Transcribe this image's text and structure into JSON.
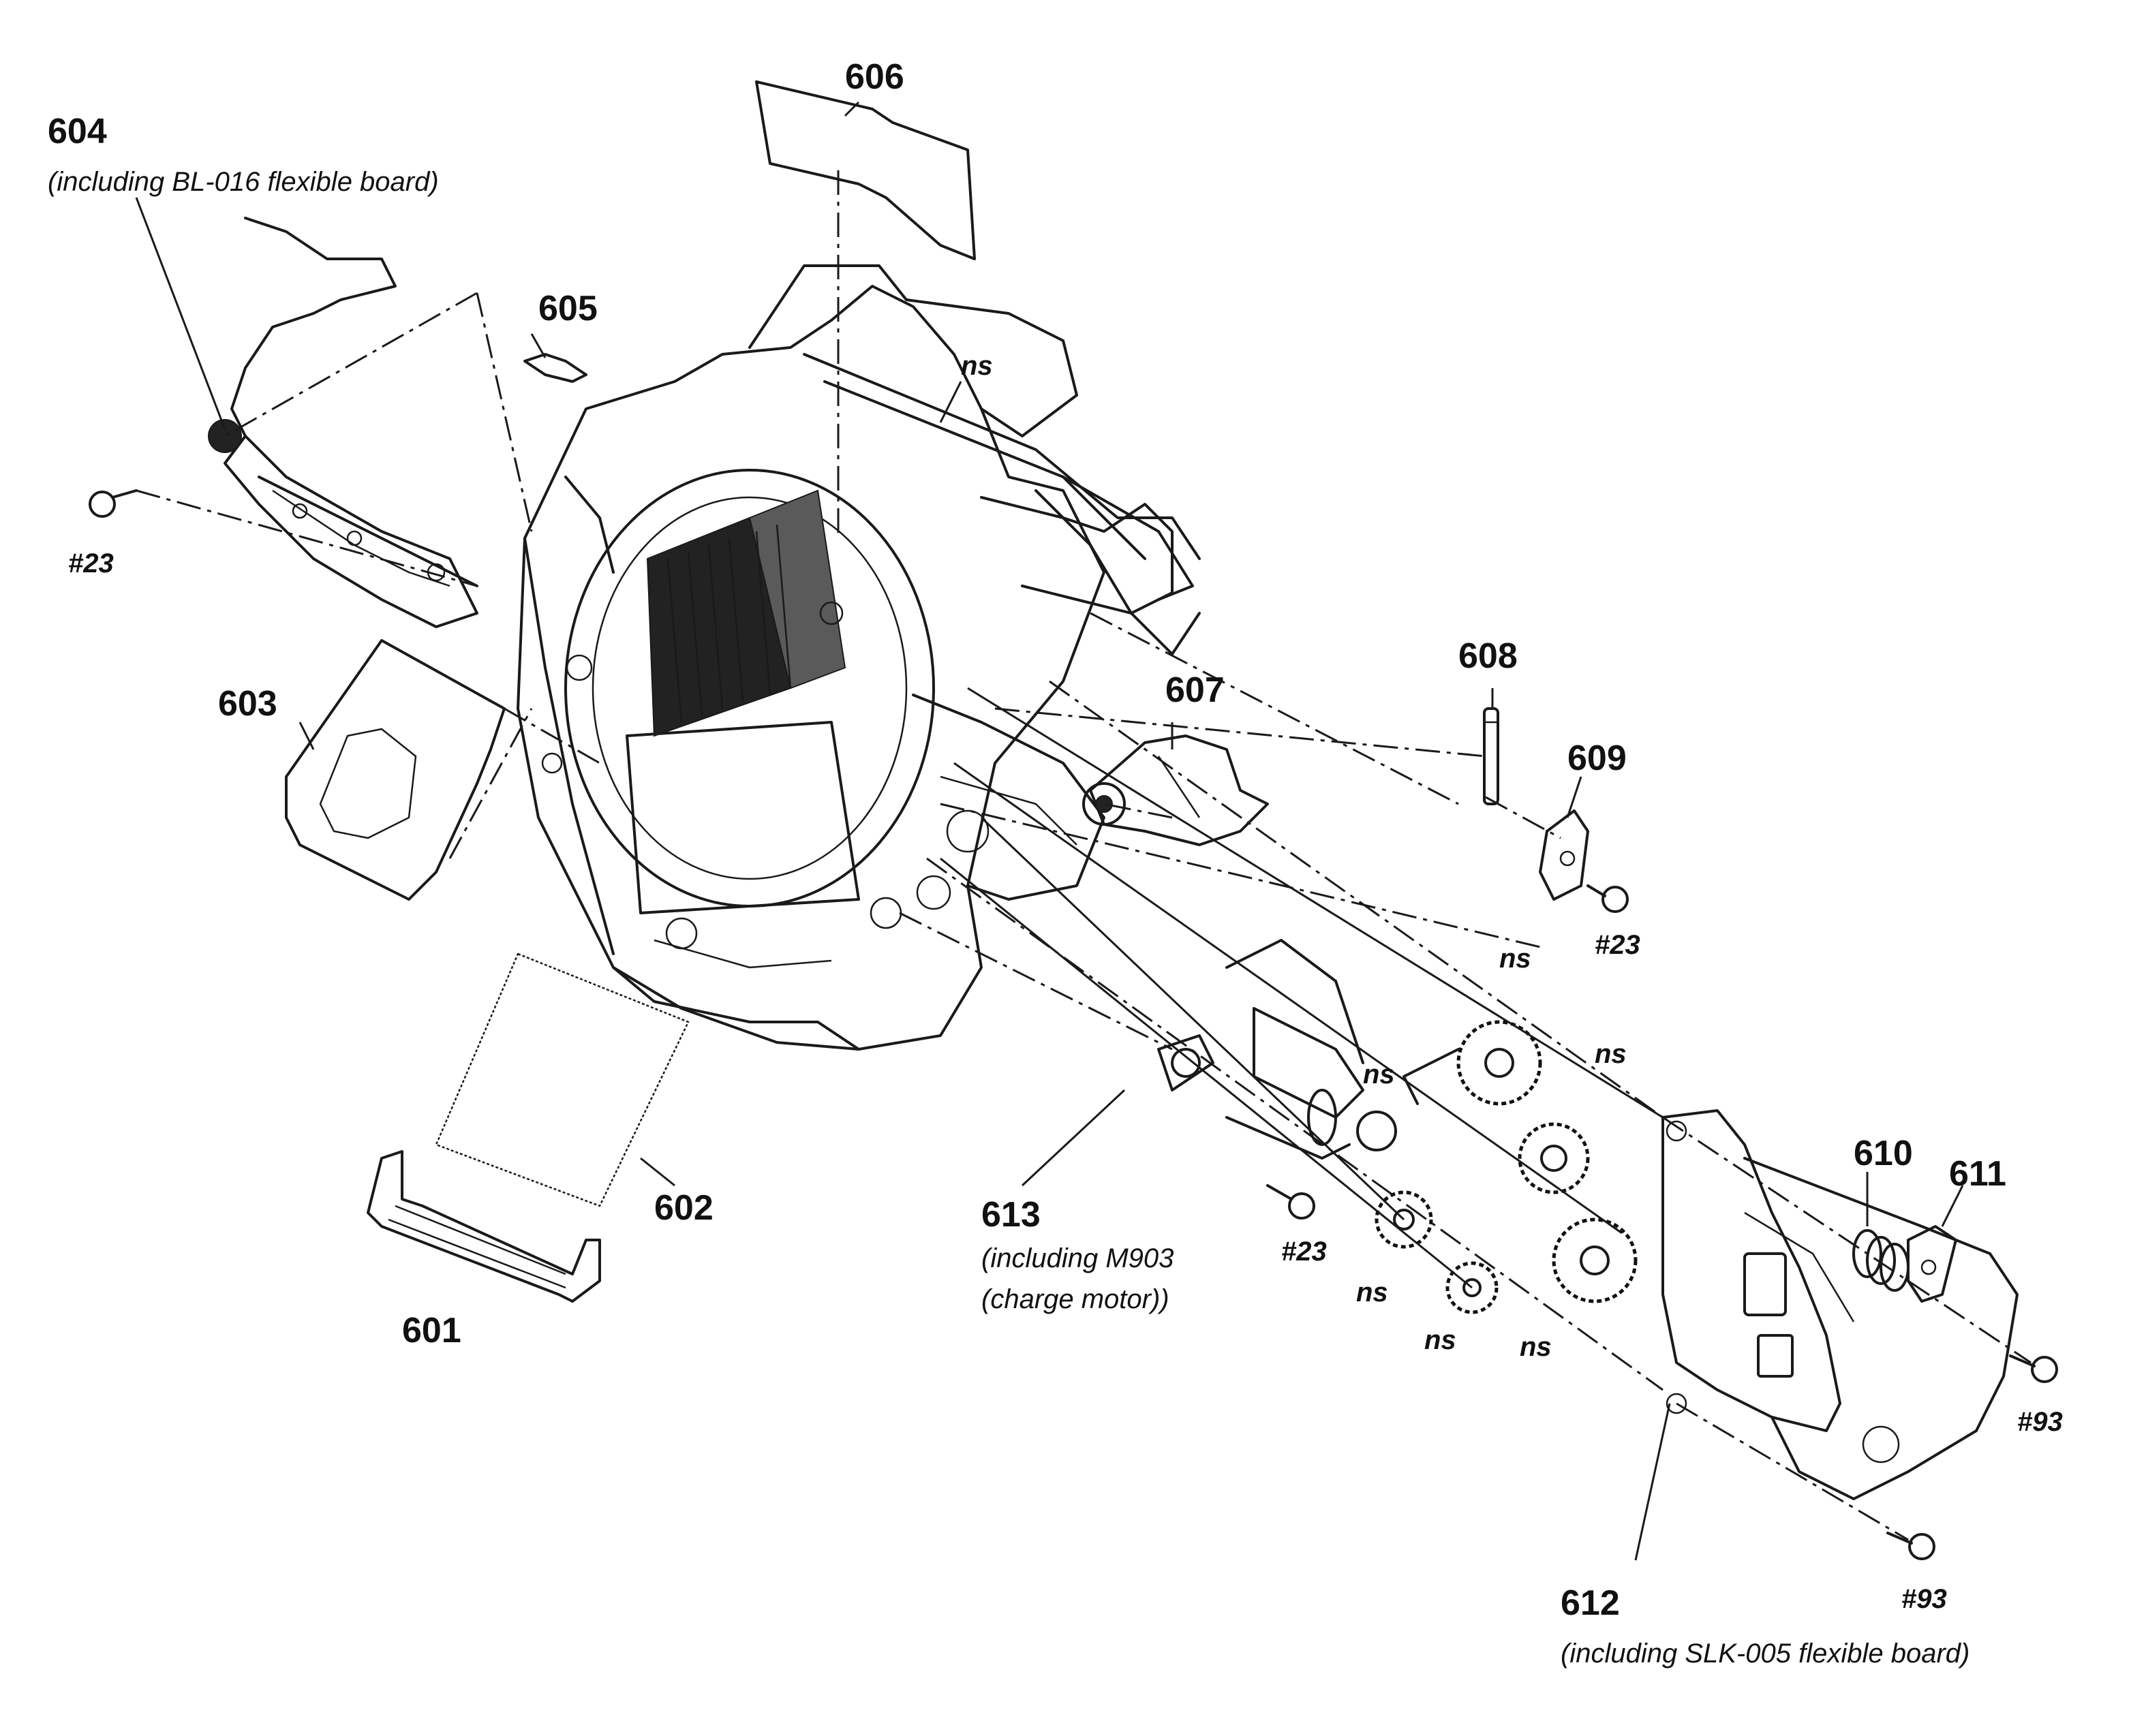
{
  "parts": {
    "p601": {
      "number": "601"
    },
    "p602": {
      "number": "602"
    },
    "p603": {
      "number": "603"
    },
    "p604": {
      "number": "604",
      "note": "(including BL-016 flexible board)"
    },
    "p605": {
      "number": "605"
    },
    "p606": {
      "number": "606"
    },
    "p607": {
      "number": "607"
    },
    "p608": {
      "number": "608"
    },
    "p609": {
      "number": "609"
    },
    "p610": {
      "number": "610"
    },
    "p611": {
      "number": "611"
    },
    "p612": {
      "number": "612",
      "note": "(including SLK-005 flexible board)"
    },
    "p613": {
      "number": "613",
      "note1": "(including M903",
      "note2": "(charge motor))"
    }
  },
  "ns_label": "ns",
  "screws": {
    "s23": "#23",
    "s93": "#93"
  }
}
